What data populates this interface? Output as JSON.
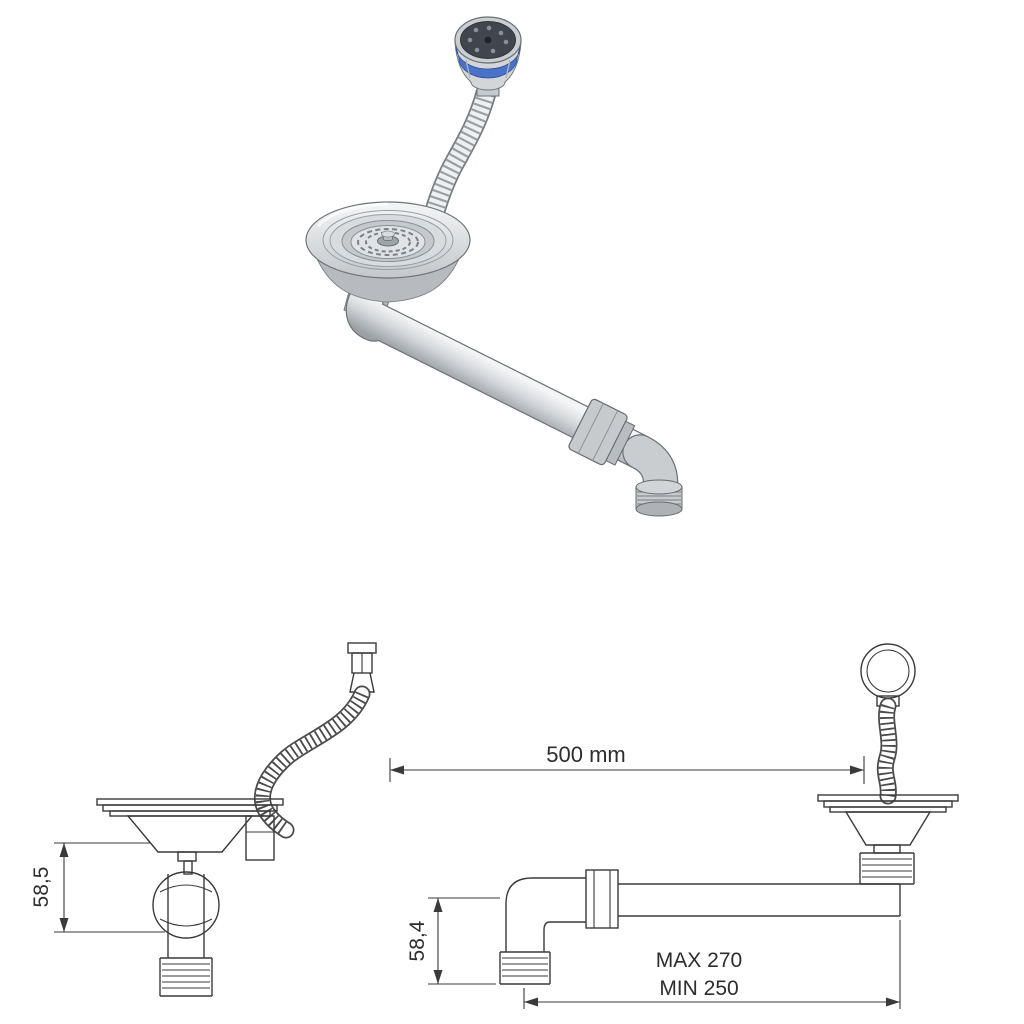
{
  "dimensions": {
    "span": "500 mm",
    "left_drain_height": "58,5",
    "pipe_drop_height": "58,4",
    "max_length": "MAX 270",
    "min_length": "MIN 250"
  },
  "colors": {
    "overflow_cap_accent": "#4a72c8",
    "line_color": "#3a3a3a"
  }
}
